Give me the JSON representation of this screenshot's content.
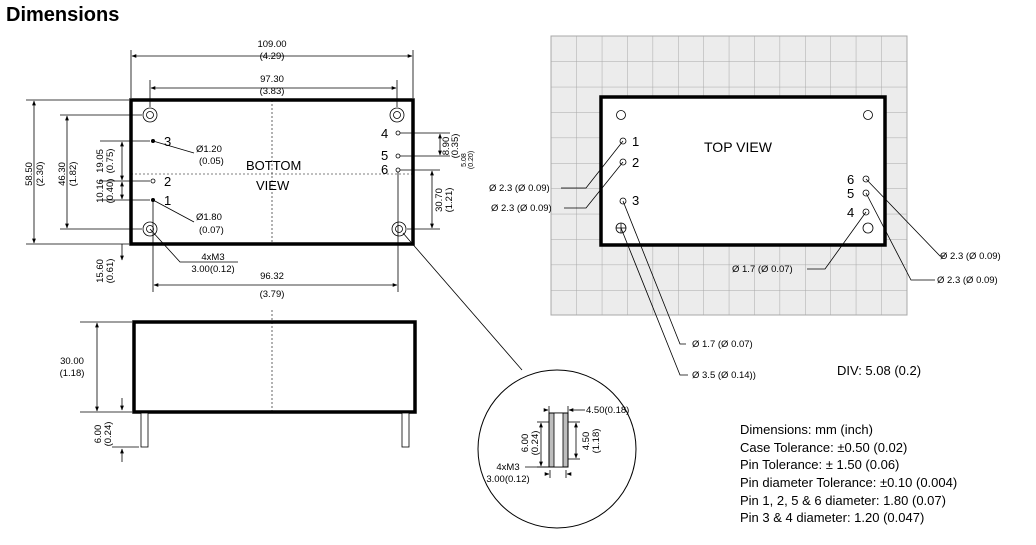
{
  "title": "Dimensions",
  "bottom_view": {
    "label_line1": "BOTTOM",
    "label_line2": "VIEW",
    "width_overall": "109.00",
    "width_overall_in": "(4.29)",
    "width_holes": "97.30",
    "width_holes_in": "(3.83)",
    "height_overall": "58.50",
    "height_overall_in": "(2.30)",
    "height_holes": "46.30",
    "height_holes_in": "(1.82)",
    "dim_19": "19.05",
    "dim_19_in": "(0.75)",
    "dim_10": "10.16",
    "dim_10_in": "(0.40)",
    "dim_15": "15.60",
    "dim_15_in": "(0.61)",
    "dim_96": "96.32",
    "dim_96_in": "(3.79)",
    "dim_30_70": "30.70",
    "dim_30_70_in": "(1.21)",
    "dim_8_90": "8.90",
    "dim_8_90_in": "(0.35)",
    "dim_5_08": "5.08",
    "dim_5_08_in": "(0.20)",
    "pin_small_dia": "Ø1.20",
    "pin_small_dia_in": "(0.05)",
    "pin_large_dia": "Ø1.80",
    "pin_large_dia_in": "(0.07)",
    "screw": "4xM3",
    "screw_depth": "3.00(0.12)",
    "pins_left": [
      "3",
      "2",
      "1"
    ],
    "pins_right": [
      "4",
      "5",
      "6"
    ]
  },
  "side_view": {
    "height": "30.00",
    "height_in": "(1.18)",
    "pin_len": "6.00",
    "pin_len_in": "(0.24)"
  },
  "detail": {
    "dia": "4.50(0.18)",
    "depth": "6.00",
    "depth_in": "(0.24)",
    "inner": "4.50",
    "inner_in": "(1.18)",
    "screw": "4xM3",
    "screw_depth": "3.00(0.12)"
  },
  "top_view": {
    "label": "TOP VIEW",
    "pins_left": [
      "1",
      "2",
      "3"
    ],
    "pins_right": [
      "6",
      "5",
      "4"
    ],
    "callout_1": "Ø 2.3 (Ø 0.09)",
    "callout_2": "Ø 2.3 (Ø 0.09)",
    "callout_3": "Ø 1.7 (Ø 0.07)",
    "callout_4": "Ø 2.3 (Ø 0.09)",
    "callout_5": "Ø 2.3 (Ø 0.09)",
    "callout_6": "Ø 1.7 (Ø 0.07)",
    "callout_7": "Ø 3.5 (Ø 0.14))",
    "div": "DIV: 5.08 (0.2)",
    "grid_color": "#c8c8c8"
  },
  "notes": [
    "Dimensions: mm (inch)",
    "Case Tolerance: ±0.50 (0.02)",
    "Pin Tolerance: ± 1.50 (0.06)",
    "Pin diameter Tolerance: ±0.10 (0.004)",
    "Pin 1, 2, 5 & 6 diameter: 1.80 (0.07)",
    "Pin 3 & 4 diameter: 1.20 (0.047)"
  ]
}
